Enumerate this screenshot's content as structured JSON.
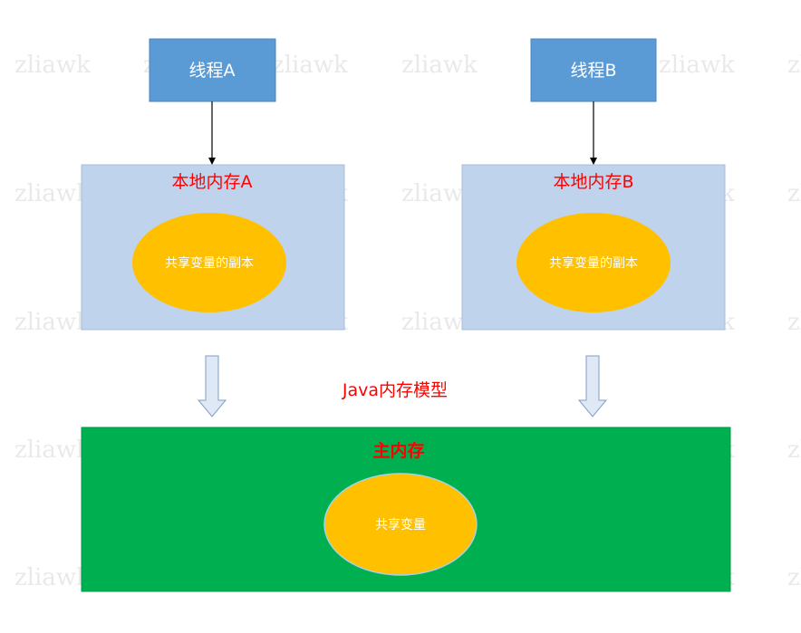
{
  "colors": {
    "thread_box": "#5b9bd5",
    "local_memory_box": "#c0d3ec",
    "main_memory_box": "#00b050",
    "ellipse": "#ffc000",
    "label_red": "#ff0000",
    "arrow_fill": "#dfe9f5",
    "arrow_stroke": "#7f9ec4"
  },
  "watermark": "zliawk",
  "thread_a": {
    "label": "线程A"
  },
  "thread_b": {
    "label": "线程B"
  },
  "local_memory_a": {
    "label": "本地内存A",
    "copy_label": "共享变量的副本"
  },
  "local_memory_b": {
    "label": "本地内存B",
    "copy_label": "共享变量的副本"
  },
  "model_label": "Java内存模型",
  "main_memory": {
    "label": "主内存",
    "shared_label": "共享变量"
  }
}
